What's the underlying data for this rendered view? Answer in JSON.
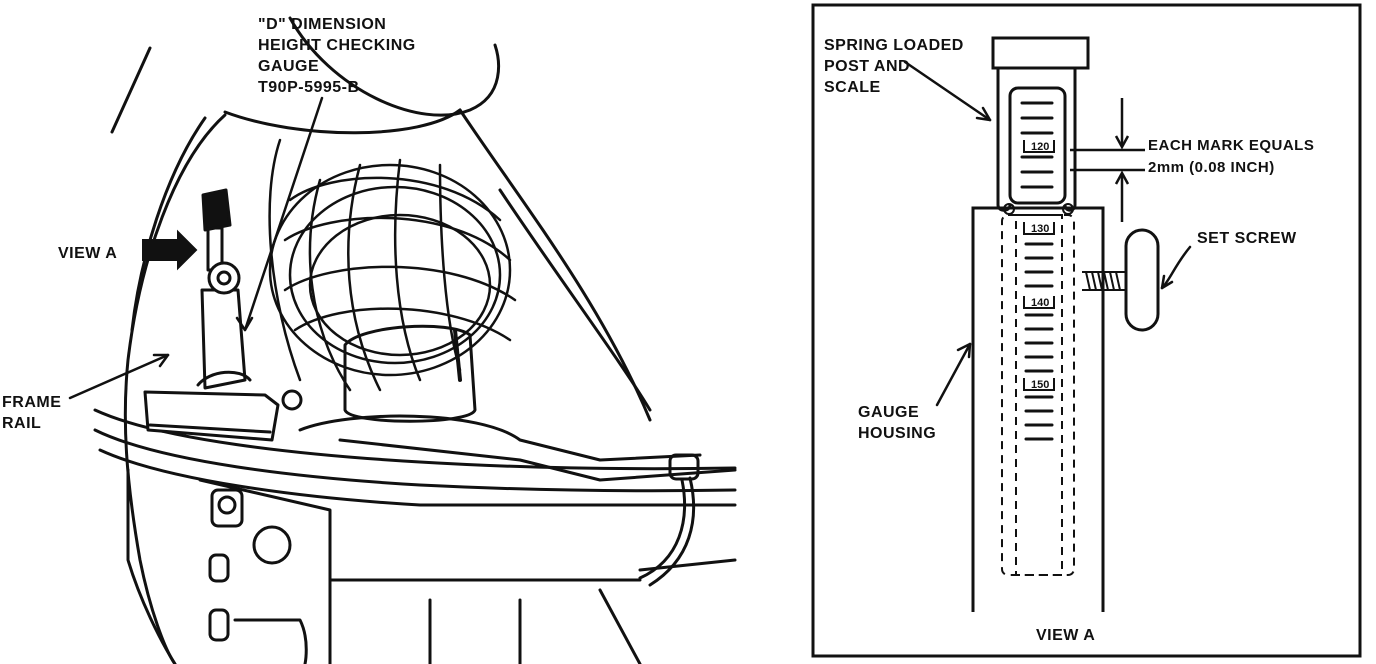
{
  "left_diagram": {
    "gauge_label": [
      "\"D\" DIMENSION",
      "HEIGHT CHECKING",
      "GAUGE",
      "T90P-5995-B"
    ],
    "view_a_label": "VIEW A",
    "frame_rail_label": [
      "FRAME",
      "RAIL"
    ]
  },
  "right_diagram": {
    "spring_post_label": [
      "SPRING LOADED",
      "POST AND",
      "SCALE"
    ],
    "each_mark_label": [
      "EACH MARK EQUALS",
      "2mm (0.08 INCH)"
    ],
    "set_screw_label": "SET SCREW",
    "gauge_housing_label": [
      "GAUGE",
      "HOUSING"
    ],
    "caption": "VIEW A",
    "scale_numbers": [
      "120",
      "130",
      "140",
      "150"
    ]
  }
}
